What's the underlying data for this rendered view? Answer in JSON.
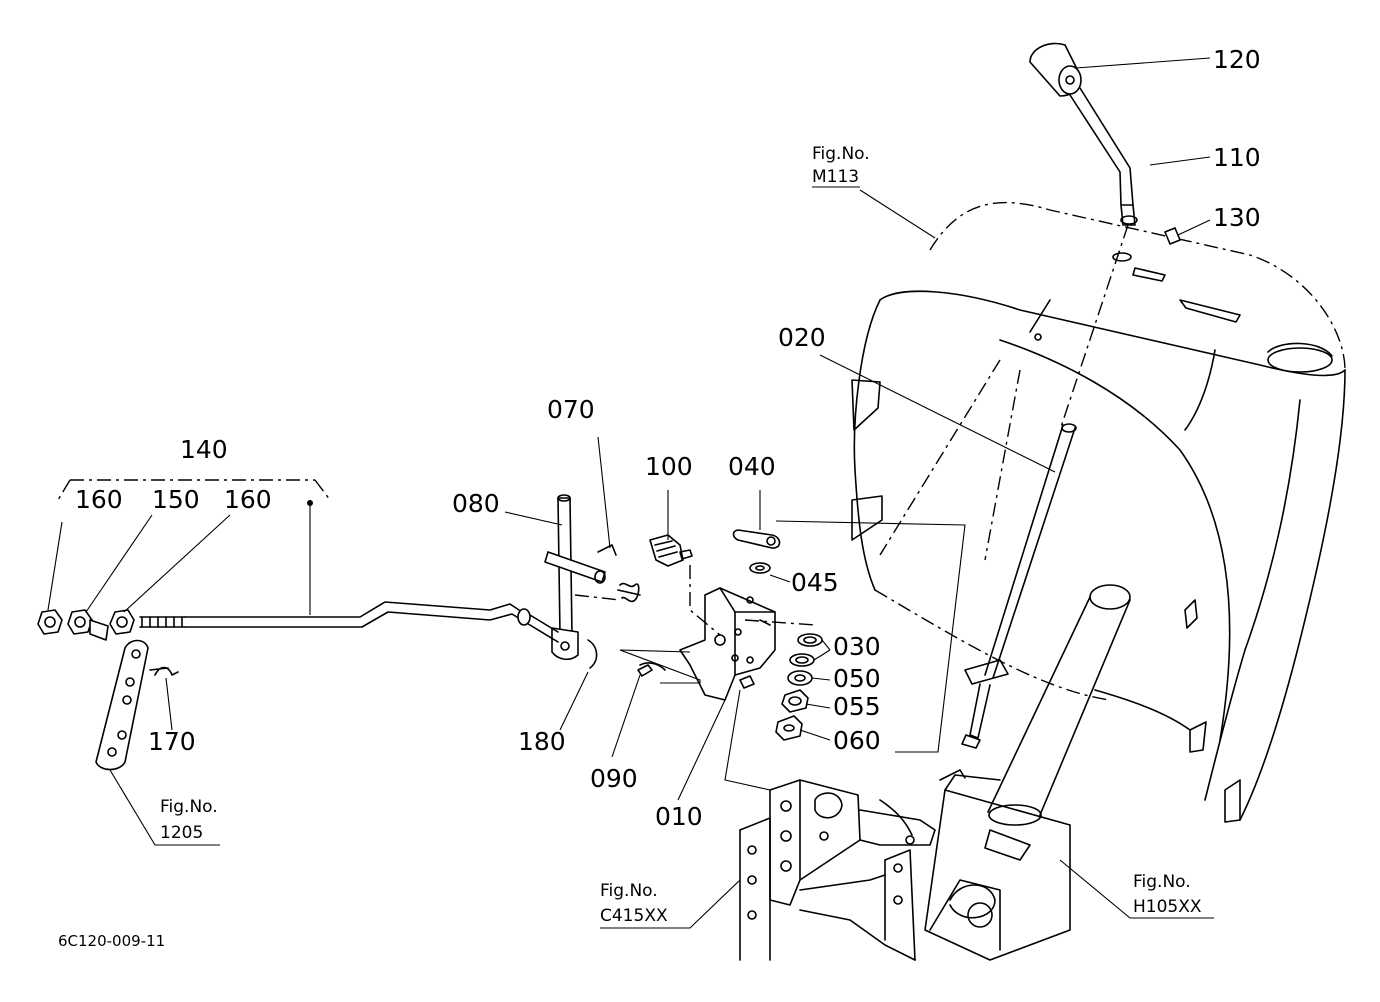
{
  "diagram": {
    "drawing_code": "6C120-009-11",
    "part_numbers": [
      "120",
      "110",
      "130",
      "020",
      "070",
      "100",
      "040",
      "045",
      "030",
      "050",
      "055",
      "060",
      "080",
      "140",
      "160",
      "150",
      "160",
      "170",
      "180",
      "090",
      "010"
    ],
    "figure_refs": [
      {
        "label": "Fig.No.",
        "code": "M113"
      },
      {
        "label": "Fig.No.",
        "code": "1205"
      },
      {
        "label": "Fig.No.",
        "code": "C415XX"
      },
      {
        "label": "Fig.No.",
        "code": "H105XX"
      }
    ]
  }
}
